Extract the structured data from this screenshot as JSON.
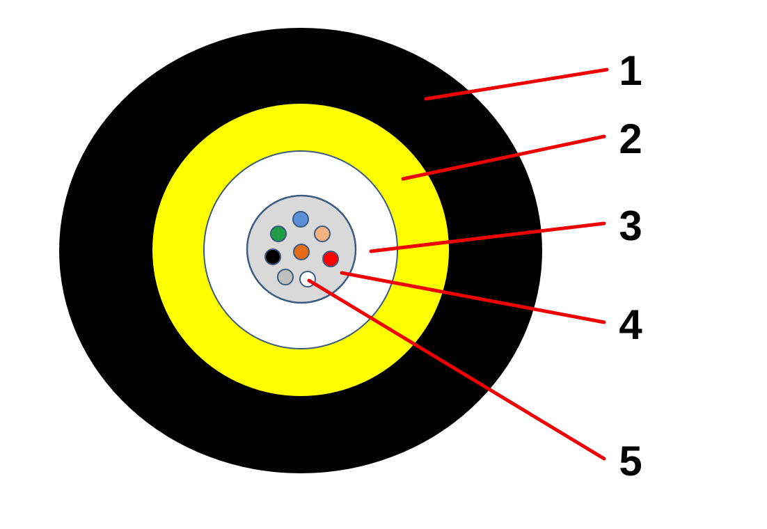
{
  "colors": {
    "background": "#ffffff",
    "outer_jacket": "#000000",
    "strength_layer": "#ffff00",
    "inner_layer": "#ffffff",
    "buffer_tube": "#d9d9d9",
    "outline": "#3b5a80",
    "leader_line": "#ee0000",
    "label_text": "#000000"
  },
  "fibers": [
    {
      "name": "fiber-blue",
      "color": "#5b8fd8"
    },
    {
      "name": "fiber-peach",
      "color": "#f4b183"
    },
    {
      "name": "fiber-green",
      "color": "#1f9a45"
    },
    {
      "name": "fiber-orange",
      "color": "#e36c1b"
    },
    {
      "name": "fiber-black",
      "color": "#000000"
    },
    {
      "name": "fiber-red",
      "color": "#ff0000"
    },
    {
      "name": "fiber-gray",
      "color": "#bfbfbf"
    },
    {
      "name": "fiber-white",
      "color": "#ffffff"
    }
  ],
  "callouts": [
    {
      "label": "1"
    },
    {
      "label": "2"
    },
    {
      "label": "3"
    },
    {
      "label": "4"
    },
    {
      "label": "5"
    }
  ]
}
